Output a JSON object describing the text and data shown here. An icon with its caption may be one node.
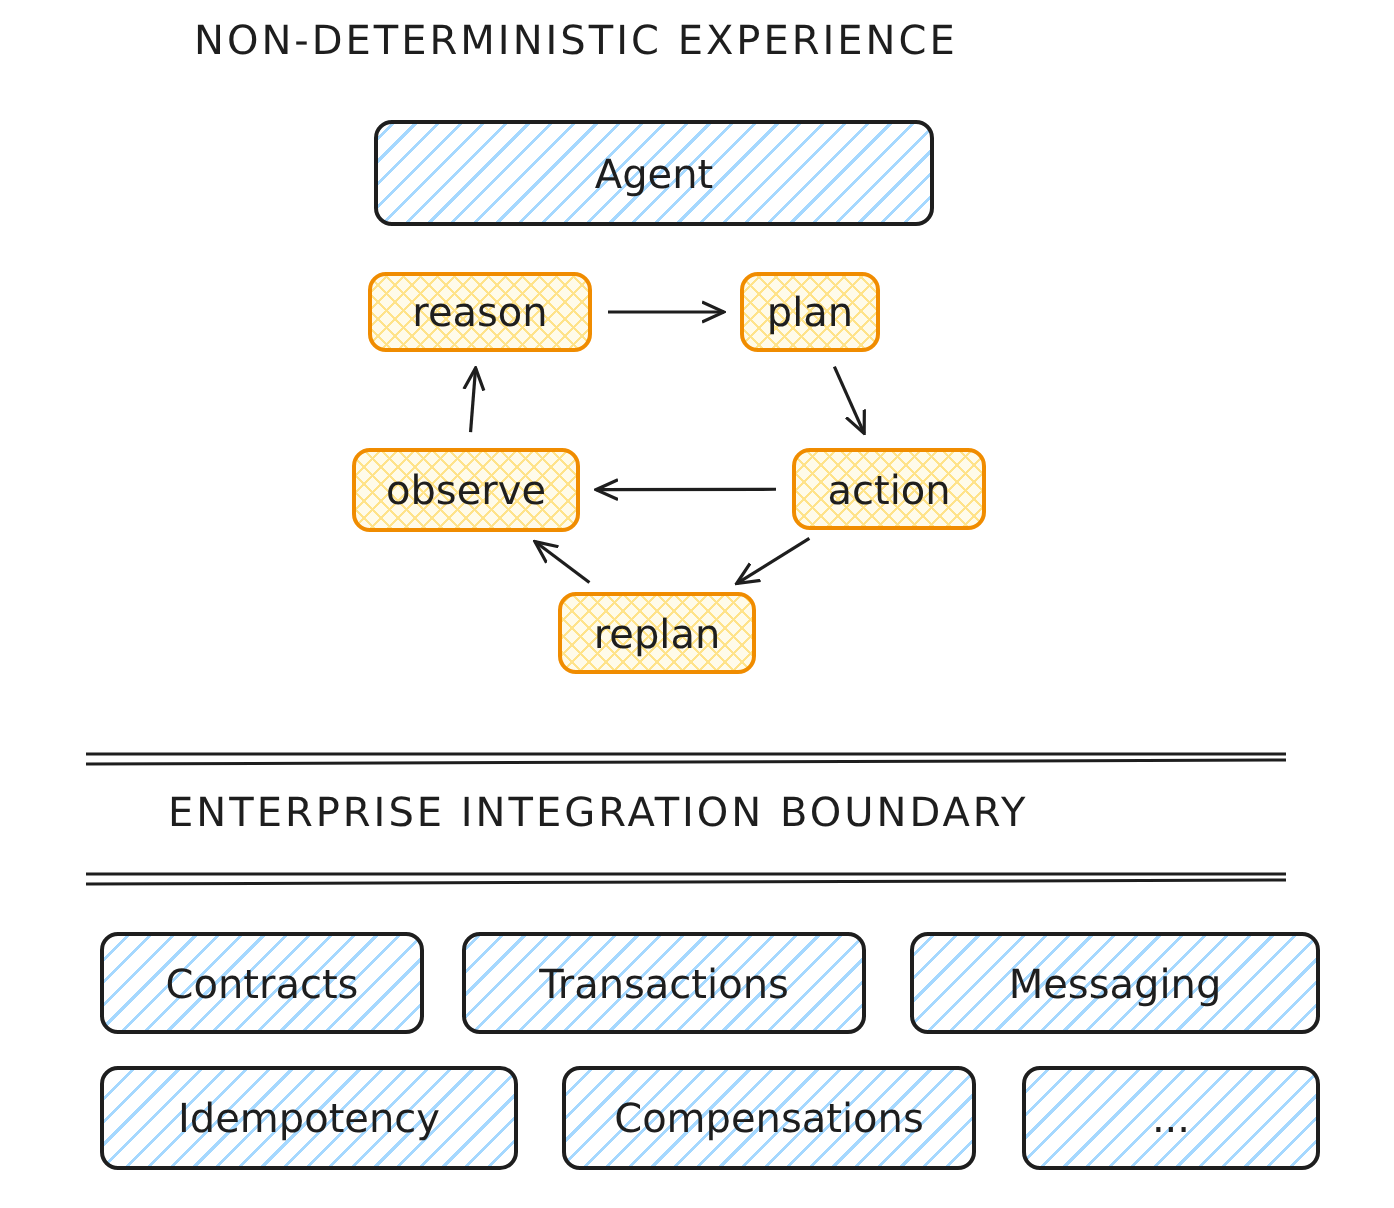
{
  "diagram": {
    "title": "NON-DETERMINISTIC EXPERIENCE",
    "nodes": [
      {
        "text": [
          "Agent"
        ]
      },
      {
        "text": [
          "reason"
        ]
      },
      {
        "text": [
          "plan"
        ]
      },
      {
        "text": [
          "observe"
        ]
      },
      {
        "text": [
          "action"
        ]
      },
      {
        "text": [
          "replan"
        ]
      },
      {
        "text": [
          "Contracts"
        ]
      },
      {
        "text": [
          "Transactions"
        ]
      },
      {
        "text": [
          "Messaging"
        ]
      },
      {
        "text": [
          "Idempotency"
        ]
      },
      {
        "text": [
          "Compensations"
        ]
      },
      {
        "text": [
          "..."
        ]
      }
    ],
    "edges": [
      {
        "from": 1,
        "to": 2,
        "arrow": "to"
      },
      {
        "from": 2,
        "to": 4,
        "arrow": "to"
      },
      {
        "from": 4,
        "to": 3,
        "arrow": "to"
      },
      {
        "from": 4,
        "to": 5,
        "arrow": "to"
      },
      {
        "from": 5,
        "to": 3,
        "arrow": "to"
      },
      {
        "from": 3,
        "to": 1,
        "arrow": "to"
      }
    ],
    "labels": [
      "ENTERPRISE INTEGRATION BOUNDARY"
    ]
  }
}
